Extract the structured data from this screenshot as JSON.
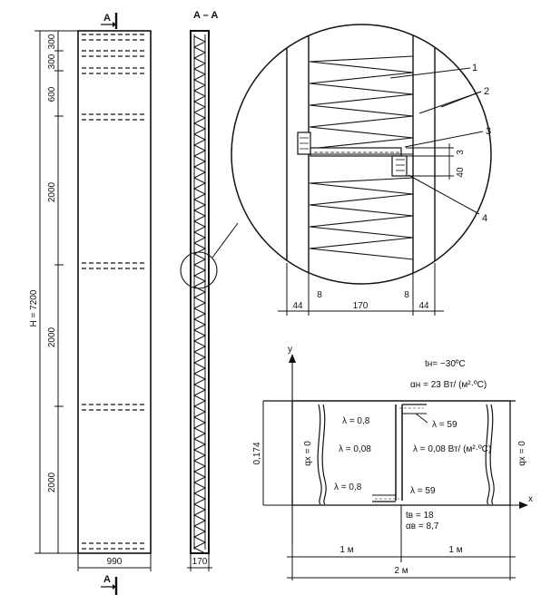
{
  "section_marks": {
    "top_letter": "A",
    "bottom_letter": "A",
    "section_title": "A – A"
  },
  "elevation": {
    "segments": [
      "300",
      "300",
      "600",
      "2000",
      "2000",
      "2000"
    ],
    "total_height": "H = 7200",
    "width": "990",
    "section_width": "170"
  },
  "detail": {
    "callouts": [
      "1",
      "2",
      "3",
      "4"
    ],
    "dim_3": "3",
    "dim_40": "40",
    "bottom_dims": [
      "44",
      "8",
      "170",
      "8",
      "44"
    ]
  },
  "thermal": {
    "axis_y": "y",
    "axis_x": "x",
    "t_outer": "tн= −30ºC",
    "alpha_outer": "αн = 23 Вт/ (м²·ºC)",
    "lambda_labels": [
      "λ = 0,8",
      "λ = 59",
      "λ = 0,08",
      "λ = 0,08 Вт/ (м²·ºC)",
      "λ = 0,8",
      "λ = 59"
    ],
    "height_dim": "0,174",
    "qx_left": "qx = 0",
    "qx_right": "qx = 0",
    "t_inner": "tв = 18",
    "alpha_inner": "αв = 8,7",
    "dim_left": "1 м",
    "dim_right": "1 м",
    "dim_total": "2 м"
  }
}
